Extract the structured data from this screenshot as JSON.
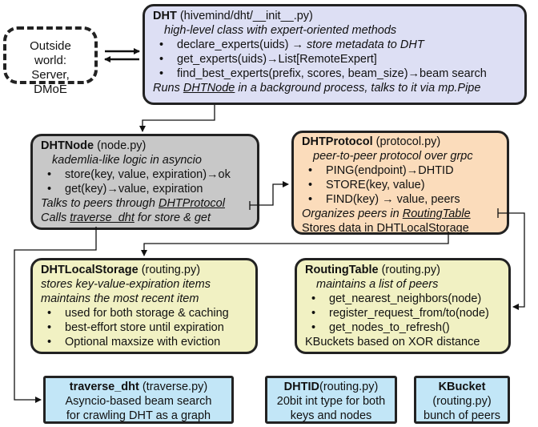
{
  "outside": {
    "line1": "Outside world:",
    "line2": "Server, DMoE"
  },
  "dht": {
    "name": "DHT",
    "file": "(hivemind/dht/__init__.py)",
    "desc": "high-level class with expert-oriented methods",
    "items": [
      {
        "code": "declare_experts(uids)",
        "arrow": "→",
        "rest": "store metadata to DHT"
      },
      {
        "code": "get_experts(uids)",
        "arrow": "→",
        "rest": "List[RemoteExpert]"
      },
      {
        "code": "find_best_experts(prefix, scores, beam_size)",
        "arrow": "→",
        "rest": "beam search"
      }
    ],
    "footer_a": "Runs ",
    "footer_link": "DHTNode",
    "footer_b": " in a background process, talks to it via mp.Pipe"
  },
  "dhtnode": {
    "name": "DHTNode",
    "file": "(node.py)",
    "desc": "kademlia-like logic in asyncio",
    "items": [
      {
        "text": "store(key, value, expiration)",
        "arrow": "→",
        "rest": "ok"
      },
      {
        "text": "get(key)",
        "arrow": "→",
        "rest": "value, expiration"
      }
    ],
    "l1a": "Talks to peers through ",
    "l1link": "DHTProtocol",
    "l2a": "Calls ",
    "l2link": "traverse_dht",
    "l2b": " for store & get"
  },
  "protocol": {
    "name": "DHTProtocol",
    "file": "(protocol.py)",
    "desc": "peer-to-peer protocol over grpc",
    "items": [
      {
        "text": "PING(endpoint)",
        "arrow": "→",
        "rest": "DHTID"
      },
      {
        "text": "STORE(key, value)",
        "arrow": "",
        "rest": ""
      },
      {
        "text": "FIND(key)",
        "arrow": "→",
        "rest": "value, peers"
      }
    ],
    "l1a": "Organizes peers in ",
    "l1link": "RoutingTable",
    "l2a": "Stores data in DHT",
    "l2link": "LocalStorage"
  },
  "localstorage": {
    "name": "DHTLocalStorage",
    "file": "(routing.py)",
    "desc1": "stores key-value-expiration items",
    "desc2": "maintains the most recent item",
    "items": [
      "used for both storage & caching",
      "best-effort store until expiration",
      "Optional maxsize with eviction"
    ]
  },
  "routing": {
    "name": "RoutingTable",
    "file": "(routing.py)",
    "desc": "maintains a list of peers",
    "items": [
      "get_nearest_neighbors(node)",
      "register_request_from/to(node)",
      "get_nodes_to_refresh()"
    ],
    "footer": "KBuckets based on XOR distance"
  },
  "traverse": {
    "name": "traverse_dht",
    "file": "(traverse.py)",
    "l1": "Asyncio-based beam search",
    "l2": "for crawling DHT as a graph"
  },
  "dhtid": {
    "name": "DHTID",
    "file": "(routing.py)",
    "l1": "20bit int type for both",
    "l2": "keys and nodes"
  },
  "kbucket": {
    "name": "KBucket",
    "file": "(routing.py)",
    "l1": "bunch of peers"
  },
  "bullet": "•",
  "colors": {
    "dht": "#dddff4",
    "dhtnode": "#c8c8c8",
    "protocol": "#fbdcbb",
    "yellow": "#f1f1c3",
    "blue": "#c2e6f7"
  }
}
